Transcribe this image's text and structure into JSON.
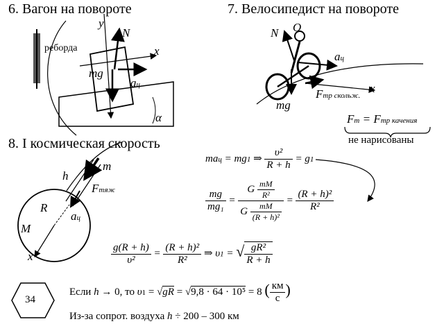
{
  "section6": {
    "title": "6. Вагон на повороте",
    "label_rail_flange": "реборда",
    "label_y": "y",
    "label_x": "x",
    "label_N": "N",
    "label_mg": "mg",
    "label_a": "a",
    "label_a_sub": "ц",
    "label_alpha": "α"
  },
  "section7": {
    "title": "7. Велосипедист на повороте",
    "label_N": "N",
    "label_O": "O",
    "label_a": "a",
    "label_a_sub": "ц",
    "label_F": "F",
    "label_F_sub": "тр скольж.",
    "label_x": "x",
    "label_mg": "mg",
    "note_F": "F",
    "note_F_sub1": "т",
    "note_eq": "=",
    "note_F2": "F",
    "note_F_sub2": "тр качения",
    "note_text": "не нарисованы"
  },
  "section8": {
    "title": "8. I космическая скорость",
    "label_m": "m",
    "label_h": "h",
    "label_F": "F",
    "label_F_sub": "тяж",
    "label_R": "R",
    "label_a": "a",
    "label_a_sub": "ц",
    "label_M": "M",
    "label_x": "x",
    "eq1_left": "ma",
    "eq1_sub": "ц",
    "eq1_mid": "= mg",
    "eq1_sub2": "1",
    "eq1_arrow": "⇒",
    "eq1_num": "υ²",
    "eq1_den": "R + h",
    "eq1_right": "= g",
    "eq1_right_sub": "1",
    "eq2_num_l": "mg",
    "eq2_den_l": "mg₁",
    "eq2_eq": "=",
    "eq2_G_top": "G",
    "eq2_mM_top": "mM",
    "eq2_R2_top": "R²",
    "eq2_G_bot": "G",
    "eq2_mM_bot": "mM",
    "eq2_Rh2_bot": "(R + h)²",
    "eq2_eq2": "=",
    "eq2_num_r": "(R + h)²",
    "eq2_den_r": "R²",
    "eq3_num_l": "g(R + h)",
    "eq3_den_l": "υ²",
    "eq3_eq": "=",
    "eq3_num_m": "(R + h)²",
    "eq3_den_m": "R²",
    "eq3_arrow": "⇒ υ",
    "eq3_sub": "1",
    "eq3_eq2": "=",
    "eq3_root_num": "gR²",
    "eq3_root_den": "R + h"
  },
  "footer": {
    "page_number": "34",
    "line1_prefix": "Если",
    "line1_h": "h",
    "line1_cond": "→ 0, то",
    "line1_v": "υ",
    "line1_v_sub": "1",
    "line1_eq": "=",
    "line1_root1": "gR",
    "line1_eq2": "=",
    "line1_root2": "9,8 · 64 · 10⁵",
    "line1_eq3": "= 8",
    "unit_num": "км",
    "unit_den": "с",
    "line2_text": "Из-за сопрот. воздуха",
    "line2_h": "h",
    "line2_range": "÷ 200 – 300 км"
  }
}
